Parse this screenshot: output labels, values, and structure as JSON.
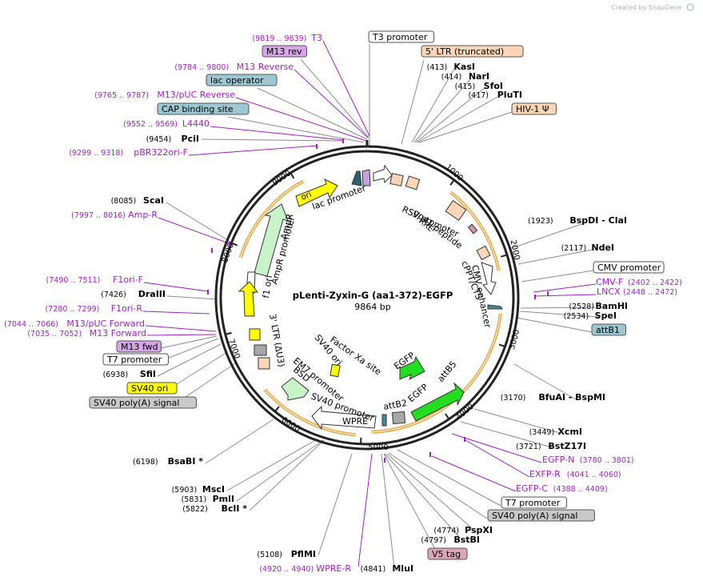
{
  "title": "pLenti-Zyxin-G (aa1-372)-EGFP",
  "length": "9864 bp",
  "watermark": "Created by SnapGene",
  "ticks": [
    "1000",
    "2000",
    "3000",
    "4000",
    "5000",
    "6000",
    "7000",
    "8000",
    "9000"
  ],
  "outer_labels": [
    {
      "id": "l01",
      "text": "T3 promoter",
      "pos": "",
      "style": "box"
    },
    {
      "id": "l02",
      "text": "T3",
      "pos": "(9819 .. 9839)",
      "style": "primer"
    },
    {
      "id": "l03",
      "text": "M13 rev",
      "pos": "",
      "style": "purplebox"
    },
    {
      "id": "l04",
      "text": "M13 Reverse",
      "pos": "(9784 .. 9800)",
      "style": "primer"
    },
    {
      "id": "l05",
      "text": "lac operator",
      "pos": "",
      "style": "bluebox"
    },
    {
      "id": "l06",
      "text": "M13/pUC Reverse",
      "pos": "(9765 .. 9787)",
      "style": "primer"
    },
    {
      "id": "l07",
      "text": "CAP binding site",
      "pos": "",
      "style": "bluebox"
    },
    {
      "id": "l08",
      "text": "L4440",
      "pos": "(9552 .. 9569)",
      "style": "primer"
    },
    {
      "id": "l09",
      "text": "PciI",
      "pos": "(9454)",
      "style": "enzyme"
    },
    {
      "id": "l10",
      "text": "pBR322ori-F",
      "pos": "(9299 .. 9318)",
      "style": "primer"
    },
    {
      "id": "l11",
      "text": "ScaI",
      "pos": "(8085)",
      "style": "enzyme"
    },
    {
      "id": "l12",
      "text": "Amp-R",
      "pos": "(7997 .. 8016)",
      "style": "primer"
    },
    {
      "id": "l13",
      "text": "F1ori-F",
      "pos": "(7490 .. 7511)",
      "style": "primer"
    },
    {
      "id": "l14",
      "text": "DraIII",
      "pos": "(7426)",
      "style": "enzyme"
    },
    {
      "id": "l15",
      "text": "F1ori-R",
      "pos": "(7280 .. 7299)",
      "style": "primer"
    },
    {
      "id": "l16",
      "text": "M13/pUC Forward",
      "pos": "(7044 .. 7066)",
      "style": "primer"
    },
    {
      "id": "l17",
      "text": "M13 Forward",
      "pos": "(7035 .. 7052)",
      "style": "primer"
    },
    {
      "id": "l18",
      "text": "M13 fwd",
      "pos": "",
      "style": "purplebox"
    },
    {
      "id": "l19",
      "text": "T7 promoter",
      "pos": "",
      "style": "box"
    },
    {
      "id": "l20",
      "text": "SfiI",
      "pos": "(6938)",
      "style": "enzyme"
    },
    {
      "id": "l21",
      "text": "SV40 ori",
      "pos": "",
      "style": "yellowbox"
    },
    {
      "id": "l22",
      "text": "SV40 poly(A) signal",
      "pos": "",
      "style": "graybox"
    },
    {
      "id": "l23",
      "text": "BsaBI *",
      "pos": "(6198)",
      "style": "enzyme"
    },
    {
      "id": "l24",
      "text": "MscI",
      "pos": "(5903)",
      "style": "enzyme"
    },
    {
      "id": "l25",
      "text": "PmlI",
      "pos": "(5831)",
      "style": "enzyme"
    },
    {
      "id": "l26",
      "text": "BclI *",
      "pos": "(5822)",
      "style": "enzyme"
    },
    {
      "id": "l27",
      "text": "PflMI",
      "pos": "(5108)",
      "style": "enzyme"
    },
    {
      "id": "l28",
      "text": "WPRE-R",
      "pos": "(4920 .. 4940)",
      "style": "primer"
    },
    {
      "id": "l29",
      "text": "MluI",
      "pos": "(4841)",
      "style": "enzyme"
    },
    {
      "id": "l30",
      "text": "V5 tag",
      "pos": "",
      "style": "pinkbox"
    },
    {
      "id": "l31",
      "text": "BstBI",
      "pos": "(4797)",
      "style": "enzyme"
    },
    {
      "id": "l32",
      "text": "PspXI",
      "pos": "(4774)",
      "style": "enzyme"
    },
    {
      "id": "l33",
      "text": "SV40 poly(A) signal",
      "pos": "",
      "style": "graybox"
    },
    {
      "id": "l34",
      "text": "T7 promoter",
      "pos": "",
      "style": "box"
    },
    {
      "id": "l35",
      "text": "EGFP-C",
      "pos": "(4388 .. 4409)",
      "style": "primer"
    },
    {
      "id": "l36",
      "text": "EXFP-R",
      "pos": "(4041 .. 4060)",
      "style": "primer"
    },
    {
      "id": "l37",
      "text": "EGFP-N",
      "pos": "(3780 .. 3801)",
      "style": "primer"
    },
    {
      "id": "l38",
      "text": "BstZ17I",
      "pos": "(3721)",
      "style": "enzyme"
    },
    {
      "id": "l39",
      "text": "XcmI",
      "pos": "(3449)",
      "style": "enzyme"
    },
    {
      "id": "l40",
      "text": "BfuAI - BspMI",
      "pos": "(3170)",
      "style": "enzyme"
    },
    {
      "id": "l41",
      "text": "attB1",
      "pos": "",
      "style": "bluebox"
    },
    {
      "id": "l42",
      "text": "SpeI",
      "pos": "(2534)",
      "style": "enzyme"
    },
    {
      "id": "l43",
      "text": "BamHI",
      "pos": "(2528)",
      "style": "enzyme"
    },
    {
      "id": "l44",
      "text": "LNCX",
      "pos": "(2448 .. 2472)",
      "style": "primer"
    },
    {
      "id": "l45",
      "text": "CMV-F",
      "pos": "(2402 .. 2422)",
      "style": "primer"
    },
    {
      "id": "l46",
      "text": "CMV promoter",
      "pos": "",
      "style": "box"
    },
    {
      "id": "l47",
      "text": "NdeI",
      "pos": "(2117)",
      "style": "enzyme"
    },
    {
      "id": "l48",
      "text": "BspDI - ClaI",
      "pos": "(1923)",
      "style": "enzyme"
    },
    {
      "id": "l49",
      "text": "HIV-1 Ψ",
      "pos": "",
      "style": "peachbox"
    },
    {
      "id": "l50",
      "text": "PluTI",
      "pos": "(417)",
      "style": "enzyme"
    },
    {
      "id": "l51",
      "text": "SfoI",
      "pos": "(415)",
      "style": "enzyme"
    },
    {
      "id": "l52",
      "text": "NarI",
      "pos": "(414)",
      "style": "enzyme"
    },
    {
      "id": "l53",
      "text": "KasI",
      "pos": "(413)",
      "style": "enzyme"
    },
    {
      "id": "l54",
      "text": "5' LTR (truncated)",
      "pos": "",
      "style": "peachbox"
    }
  ],
  "inner_labels": [
    {
      "id": "i01",
      "text": "lac promoter"
    },
    {
      "id": "i02",
      "text": "RSV promoter"
    },
    {
      "id": "i03",
      "text": "RRE"
    },
    {
      "id": "i04",
      "text": "gp41 peptide"
    },
    {
      "id": "i05",
      "text": "CMV enhancer"
    },
    {
      "id": "i06",
      "text": "cPPT/CTS"
    },
    {
      "id": "i07",
      "text": "ori"
    },
    {
      "id": "i08",
      "text": "AmpR"
    },
    {
      "id": "i09",
      "text": "AmpR promoter"
    },
    {
      "id": "i10",
      "text": "f1 ori"
    },
    {
      "id": "i11",
      "text": "3' LTR (ΔU3)"
    },
    {
      "id": "i12",
      "text": "SV40 ori"
    },
    {
      "id": "i13",
      "text": "Factor Xa site"
    },
    {
      "id": "i14",
      "text": "EGFP"
    },
    {
      "id": "i15",
      "text": "attB5"
    },
    {
      "id": "i16",
      "text": "EGFP"
    },
    {
      "id": "i17",
      "text": "attB2"
    },
    {
      "id": "i18",
      "text": "EM7 promoter"
    },
    {
      "id": "i19",
      "text": "BSD"
    },
    {
      "id": "i20",
      "text": "SV40 promoter"
    },
    {
      "id": "i21",
      "text": "WPRE"
    }
  ],
  "colors": {
    "primer": "#a020c8",
    "enzyme": "#000000",
    "line": "#8c8c8c",
    "backbone": "#222222",
    "box_white": "#ffffff",
    "box_purple": "#d6a6e6",
    "box_blue": "#9cc8d4",
    "box_peach": "#fbd6b6",
    "box_yellow": "#ffff00",
    "box_gray": "#c9c9c9",
    "box_pink": "#dca6b8",
    "ori": "#ffff00",
    "ampr": "#c8f2c8",
    "egfp": "#22dd22",
    "ltr": "#fbd6b6",
    "range_arc": "#e8a640"
  }
}
